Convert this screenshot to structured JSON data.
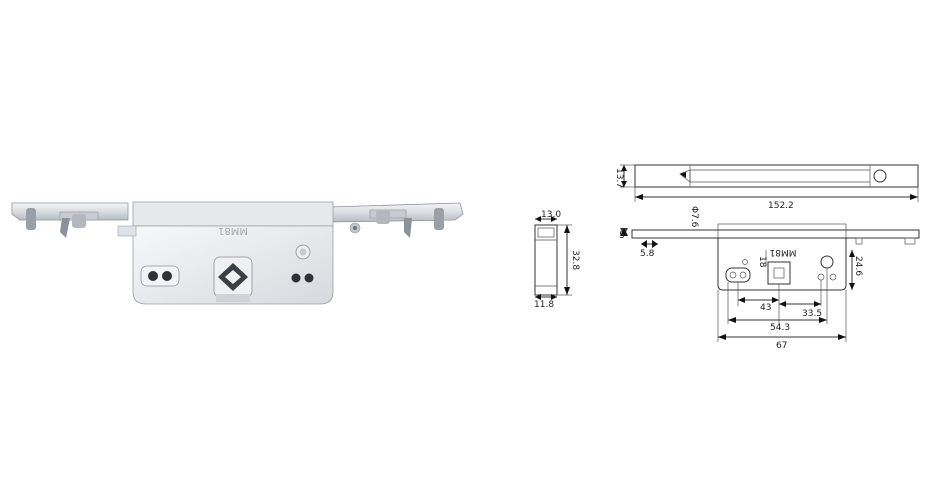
{
  "photo": {
    "engraving": "MM81"
  },
  "side_view": {
    "dims": {
      "top_width": "13.0",
      "height": "32.8",
      "bottom_width": "11.8"
    }
  },
  "top_view": {
    "dims": {
      "height": "13.7",
      "length": "152.2",
      "hole": "Φ7.6"
    }
  },
  "front_view": {
    "engraving": "MM81",
    "dims": {
      "left_small": "5",
      "left_offset": "5.8",
      "vertical": "24.6",
      "spindle": "18",
      "d1": "43",
      "d2": "33.5",
      "d3": "54.3",
      "d4": "67"
    }
  }
}
